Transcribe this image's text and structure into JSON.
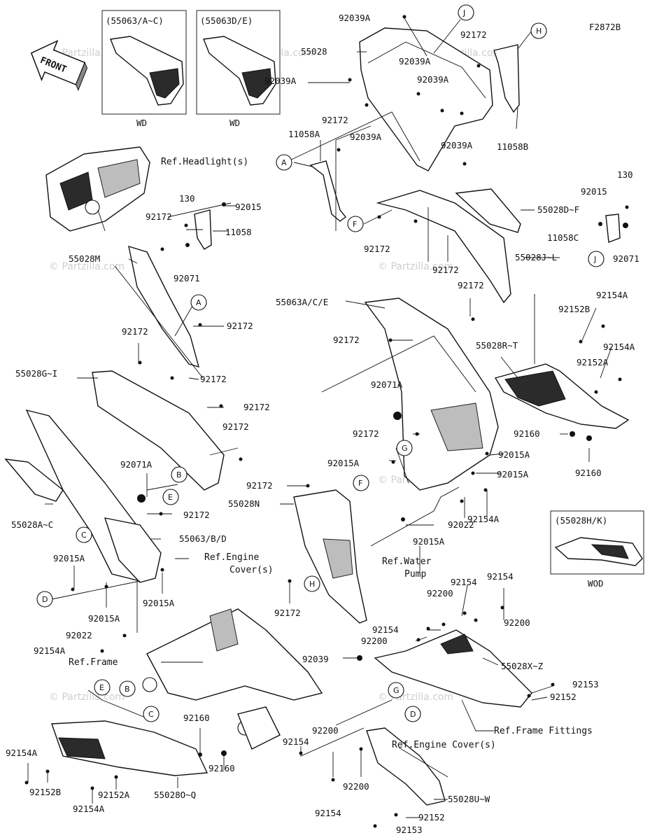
{
  "diagram_code": "F2872B",
  "front_arrow_text": "FRONT",
  "watermark": "© Partzilla.com",
  "inset_boxes": [
    {
      "title": "(55063/A~C)",
      "caption": "WD"
    },
    {
      "title": "(55063D/E)",
      "caption": "WD"
    },
    {
      "title": "(55028H/K)",
      "caption": "WOD"
    }
  ],
  "refs": {
    "headlight": "Ref.Headlight(s)",
    "engine_cover_1": "Ref.Engine",
    "engine_cover_2": "Cover(s)",
    "water_pump_1": "Ref.Water",
    "water_pump_2": "Pump",
    "frame": "Ref.Frame",
    "frame_fittings": "Ref.Frame Fittings",
    "engine_cover_low": "Ref.Engine Cover(s)"
  },
  "callouts": [
    "A",
    "B",
    "C",
    "D",
    "E",
    "F",
    "G",
    "H",
    "J"
  ],
  "part_labels": [
    "92039A",
    "55028",
    "92039A",
    "92039A",
    "92039A",
    "92039A",
    "92039A",
    "92172",
    "11058B",
    "11058A",
    "92172",
    "92015",
    "130",
    "92172",
    "11058",
    "55028M",
    "92071",
    "55028D~F",
    "55028J~L",
    "92172",
    "92172",
    "92172",
    "92015",
    "130",
    "11058C",
    "92071",
    "92172",
    "92172",
    "55063A/C/E",
    "92172",
    "92154A",
    "92152B",
    "55028R~T",
    "92154A",
    "92152A",
    "55028G~I",
    "92172",
    "92172",
    "92071A",
    "92172",
    "92172",
    "92160",
    "92160",
    "92015A",
    "92015A",
    "92015A",
    "92071A",
    "92172",
    "55028A~C",
    "92172",
    "55063/B/D",
    "92172",
    "55028N",
    "92022",
    "92154A",
    "92015A",
    "92015A",
    "92015A",
    "92022",
    "92154A",
    "92172",
    "92200",
    "92154",
    "92154",
    "92154",
    "92200",
    "92200",
    "92039",
    "55028X~Z",
    "92153",
    "92152",
    "92160",
    "92160",
    "92154A",
    "92152B",
    "92152A",
    "92154A",
    "55028O~Q",
    "92200",
    "92154",
    "92200",
    "92154",
    "55028U~W",
    "92152",
    "92153"
  ]
}
